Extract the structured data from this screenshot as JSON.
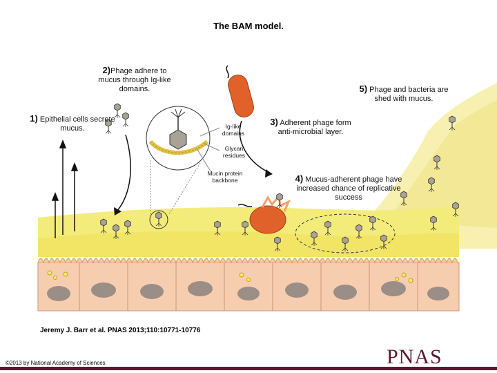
{
  "title": "The BAM model.",
  "steps": [
    {
      "num": "1)",
      "text": "Epithelial cells secrete mucus."
    },
    {
      "num": "2)",
      "text": "Phage adhere to mucus through Ig-like domains."
    },
    {
      "num": "3)",
      "text": "Adherent phage form anti-microbial layer."
    },
    {
      "num": "4)",
      "text": "Mucus-adherent phage have increased chance of replicative success"
    },
    {
      "num": "5)",
      "text": "Phage and bacteria are shed with mucus."
    }
  ],
  "inset_labels": {
    "ig": "Ig-like domains",
    "glycan": "Glycan residues",
    "mucin": "Mucin protein backbone"
  },
  "citation": "Jeremy J. Barr et al. PNAS 2013;110:10771-10776",
  "copyright": "©2013 by National Academy of Sciences",
  "logo": "PNAS",
  "colors": {
    "mucus": "#f4ec7a",
    "epithelium": "#f7cdb0",
    "nucleus": "#9a8e86",
    "bacteria": "#e0612a",
    "brand": "#5b1830"
  }
}
